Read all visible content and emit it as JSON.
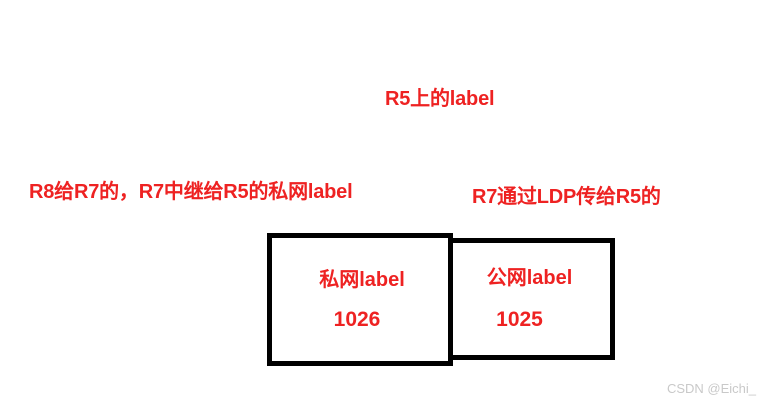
{
  "diagram": {
    "annotations": {
      "top": "R5上的label",
      "left": "R8给R7的，R7中继给R5的私网label",
      "right": "R7通过LDP传给R5的"
    },
    "label_stack": [
      {
        "title": "私网label",
        "value": "1026"
      },
      {
        "title": "公网label",
        "value": "1025"
      }
    ],
    "colors": {
      "annotation_red": "#ee2222",
      "border_black": "#000000",
      "background": "#ffffff",
      "watermark_gray": "#c9c9c9"
    }
  },
  "watermark": {
    "text": "CSDN @Eichi_"
  }
}
